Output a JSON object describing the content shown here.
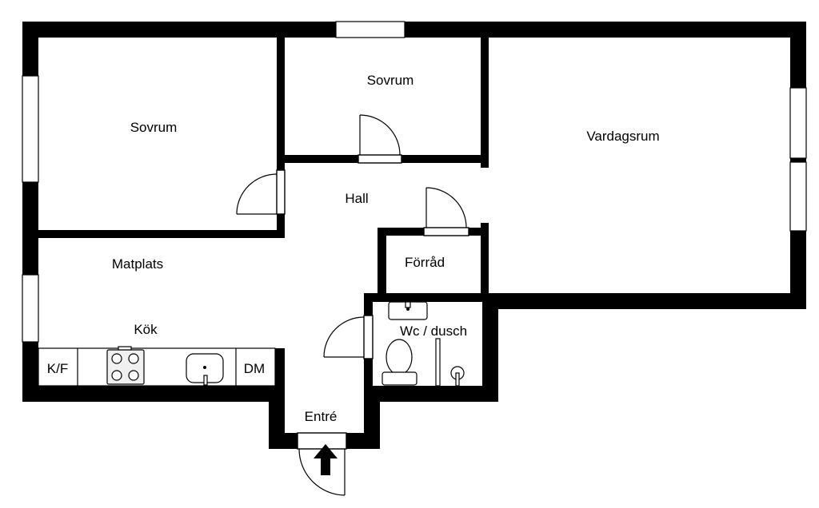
{
  "rooms": {
    "bedroom_1": "Sovrum",
    "bedroom_2": "Sovrum",
    "living_room": "Vardagsrum",
    "hall": "Hall",
    "storage": "Förråd",
    "dining": "Matplats",
    "kitchen": "Kök",
    "bathroom": "Wc / dusch",
    "entrance": "Entré"
  },
  "appliances": {
    "fridge_freezer": "K/F",
    "dishwasher": "DM"
  },
  "icons": {
    "entrance_arrow": "arrow-up-icon",
    "stove": "stove-icon",
    "kitchen_sink": "sink-icon",
    "bathroom_sink": "sink-icon",
    "toilet": "toilet-icon",
    "shower_drain": "drain-icon"
  },
  "colors": {
    "walls": "#000000",
    "background": "#ffffff"
  }
}
